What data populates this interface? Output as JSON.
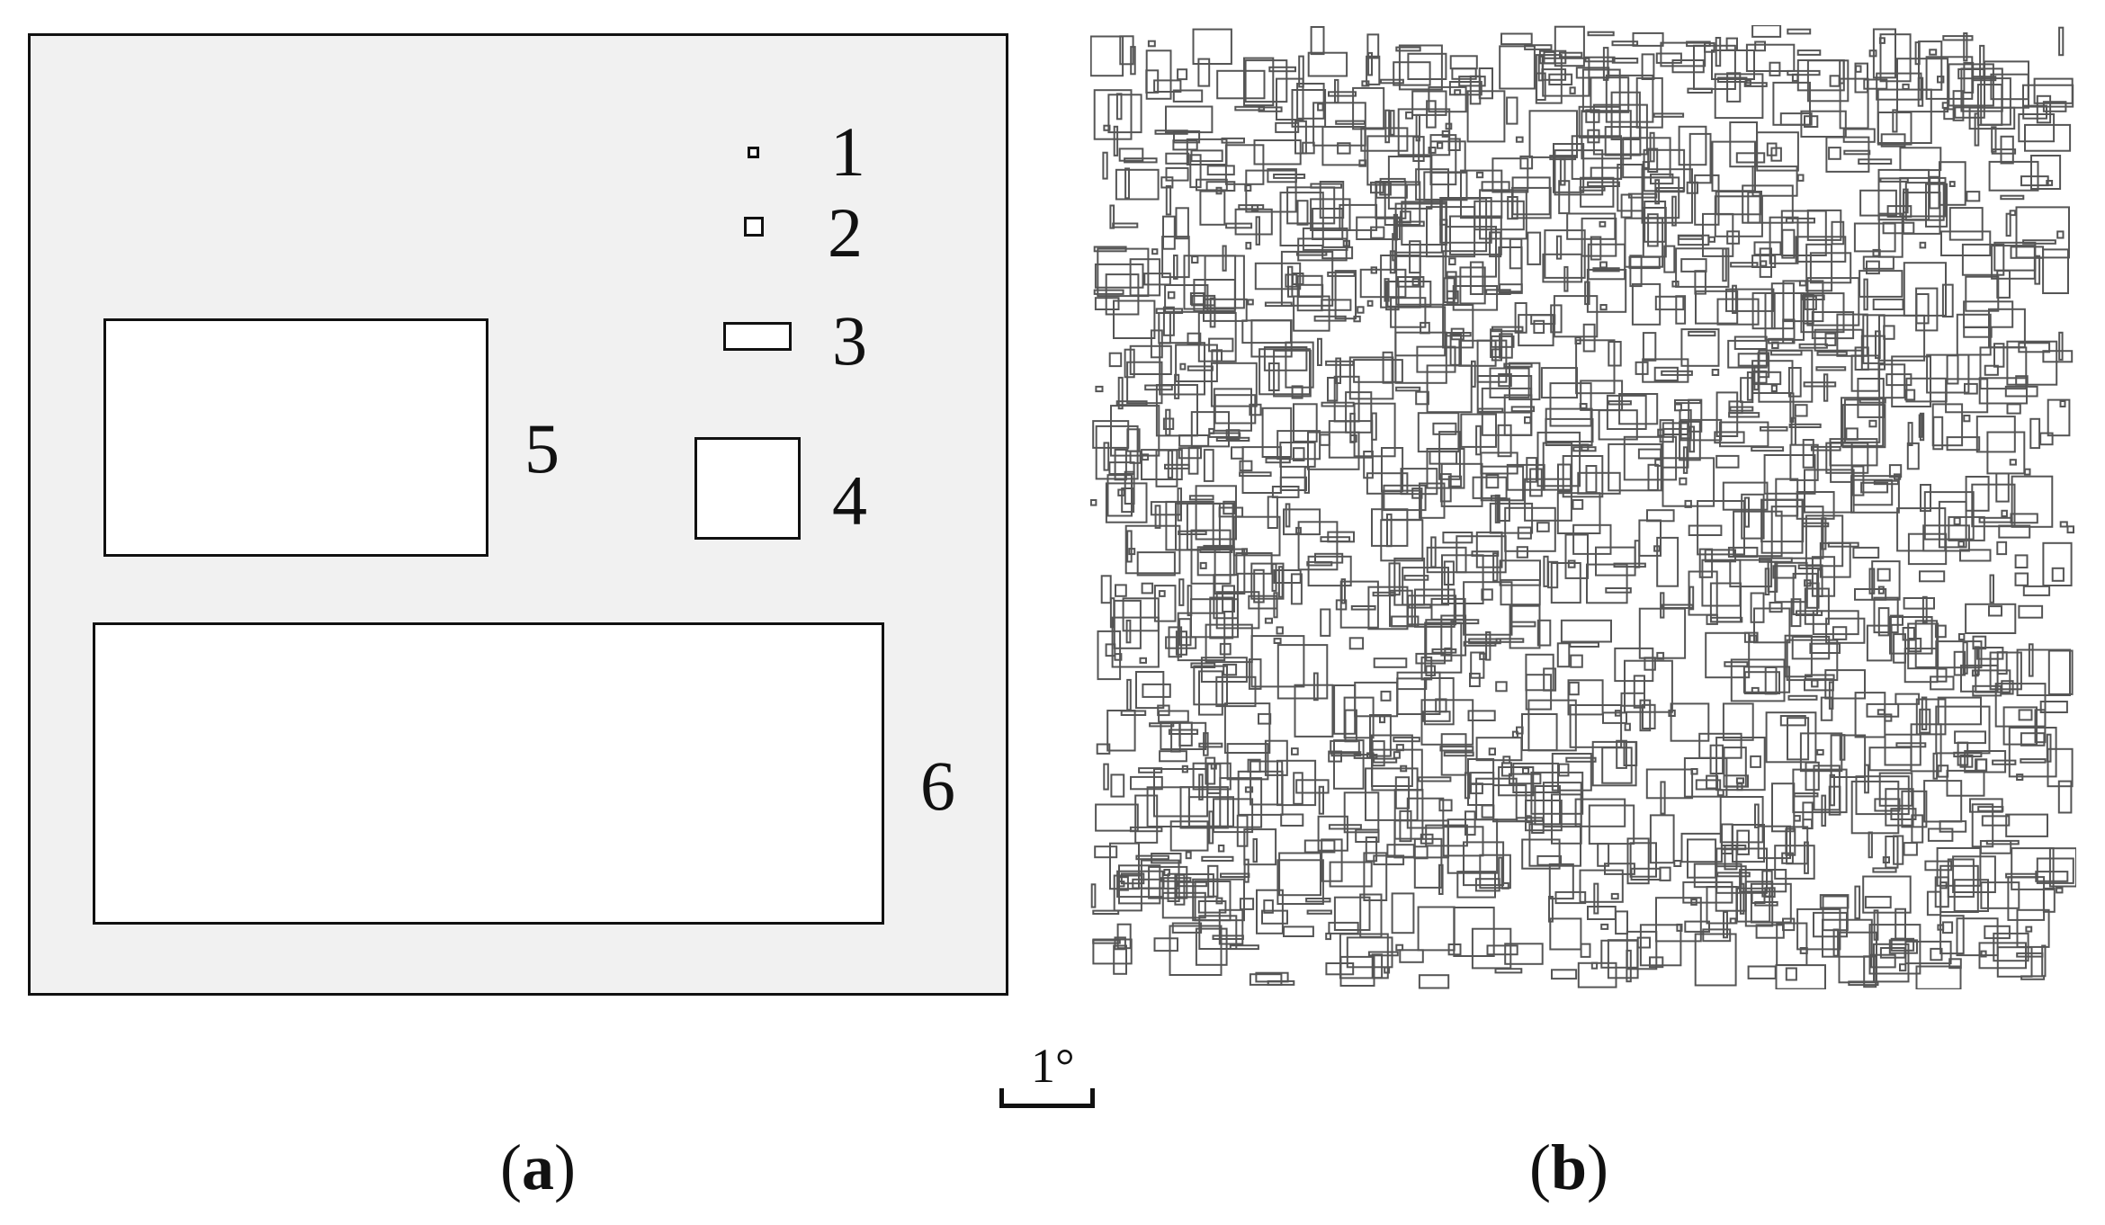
{
  "panel_a": {
    "caption_prefix": "(",
    "caption_letter": "a",
    "caption_suffix": ")",
    "stimuli": [
      {
        "label": "1"
      },
      {
        "label": "2"
      },
      {
        "label": "3"
      },
      {
        "label": "4"
      },
      {
        "label": "5"
      },
      {
        "label": "6"
      }
    ]
  },
  "panel_b": {
    "caption_prefix": "(",
    "caption_letter": "b",
    "caption_suffix": ")",
    "texture_rect_count": 1600
  },
  "scale": {
    "label": "1°"
  },
  "colors": {
    "panel_background": "#f1f1f1",
    "stroke": "#111111",
    "texture_stroke": "#555555"
  }
}
